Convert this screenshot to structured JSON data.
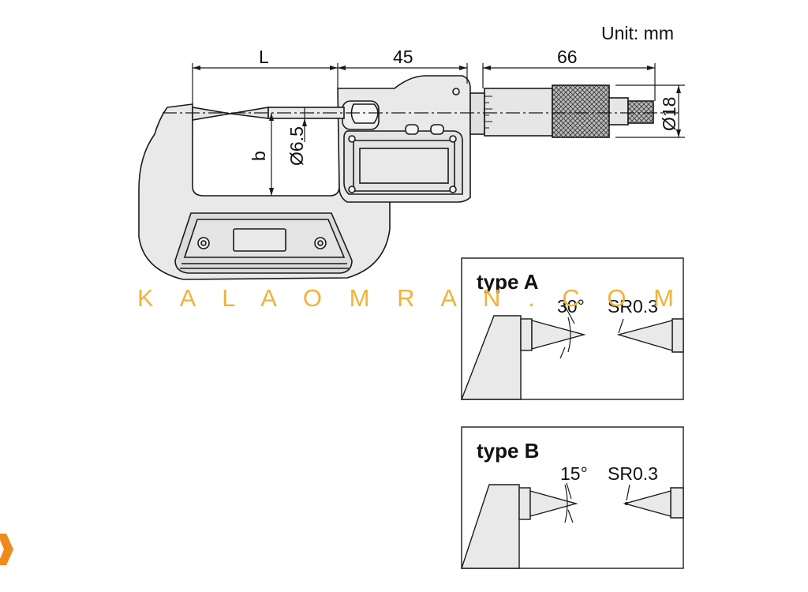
{
  "unit_label": "Unit: mm",
  "dimensions": {
    "L": "L",
    "d45": "45",
    "d66": "66",
    "d65": "Ø6.5",
    "d18": "Ø18",
    "b": "b"
  },
  "type_a": {
    "title": "type A",
    "angle": "30°",
    "radius": "SR0.3"
  },
  "type_b": {
    "title": "type B",
    "angle": "15°",
    "radius": "SR0.3"
  },
  "watermark": "K A L A O M R A N . C O M",
  "colors": {
    "body_fill": "#e9e9e9",
    "line": "#1a1a1a",
    "watermark": "#f0b33a",
    "logo": "#f08a1c"
  }
}
